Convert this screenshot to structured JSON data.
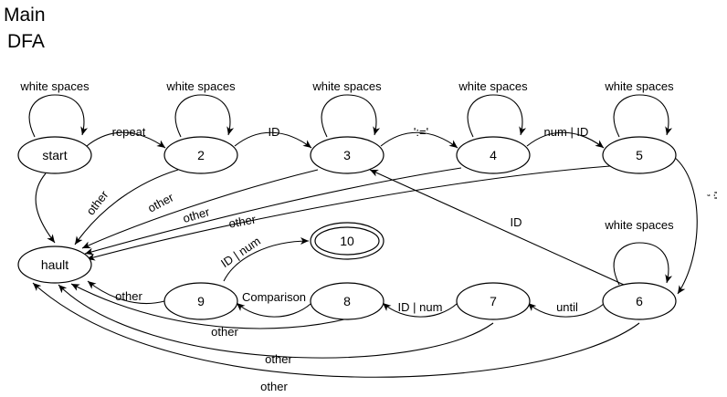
{
  "title": {
    "line1": "Main",
    "line2": "DFA"
  },
  "states": [
    {
      "id": "start",
      "label": "start",
      "accepting": false
    },
    {
      "id": "2",
      "label": "2",
      "accepting": false
    },
    {
      "id": "3",
      "label": "3",
      "accepting": false
    },
    {
      "id": "4",
      "label": "4",
      "accepting": false
    },
    {
      "id": "5",
      "label": "5",
      "accepting": false
    },
    {
      "id": "hault",
      "label": "hault",
      "accepting": false
    },
    {
      "id": "10",
      "label": "10",
      "accepting": true
    },
    {
      "id": "9",
      "label": "9",
      "accepting": false
    },
    {
      "id": "8",
      "label": "8",
      "accepting": false
    },
    {
      "id": "7",
      "label": "7",
      "accepting": false
    },
    {
      "id": "6",
      "label": "6",
      "accepting": false
    }
  ],
  "transitions": [
    {
      "from": "start",
      "to": "start",
      "label": "white spaces"
    },
    {
      "from": "2",
      "to": "2",
      "label": "white spaces"
    },
    {
      "from": "3",
      "to": "3",
      "label": "white spaces"
    },
    {
      "from": "4",
      "to": "4",
      "label": "white spaces"
    },
    {
      "from": "5",
      "to": "5",
      "label": "white spaces"
    },
    {
      "from": "6",
      "to": "6",
      "label": "white spaces"
    },
    {
      "from": "start",
      "to": "2",
      "label": "repeat"
    },
    {
      "from": "2",
      "to": "3",
      "label": "ID"
    },
    {
      "from": "3",
      "to": "4",
      "label": "':='"
    },
    {
      "from": "4",
      "to": "5",
      "label": "num | ID"
    },
    {
      "from": "5",
      "to": "6",
      "label": "';'"
    },
    {
      "from": "6",
      "to": "3",
      "label": "ID"
    },
    {
      "from": "6",
      "to": "7",
      "label": "until"
    },
    {
      "from": "7",
      "to": "8",
      "label": "ID | num"
    },
    {
      "from": "8",
      "to": "9",
      "label": "Comparison"
    },
    {
      "from": "9",
      "to": "10",
      "label": "ID | num"
    },
    {
      "from": "start",
      "to": "hault",
      "label": ""
    },
    {
      "from": "2",
      "to": "hault",
      "label": "other"
    },
    {
      "from": "3",
      "to": "hault",
      "label": "other"
    },
    {
      "from": "4",
      "to": "hault",
      "label": "other"
    },
    {
      "from": "5",
      "to": "hault",
      "label": "other"
    },
    {
      "from": "9",
      "to": "hault",
      "label": "other"
    },
    {
      "from": "8",
      "to": "hault",
      "label": "other"
    },
    {
      "from": "7",
      "to": "hault",
      "label": "other"
    },
    {
      "from": "6",
      "to": "hault",
      "label": "other"
    }
  ]
}
